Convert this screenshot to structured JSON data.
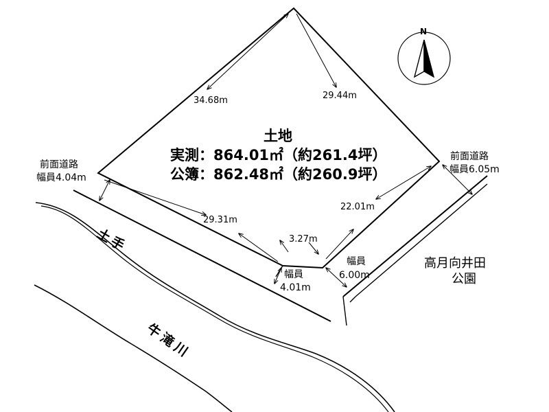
{
  "north": {
    "label": "N"
  },
  "land": {
    "title": "土地",
    "measured": "実測：864.01㎡（約261.4坪）",
    "registered": "公簿：862.48㎡（約260.9坪）"
  },
  "dimensions": {
    "d1": "34.68m",
    "d2": "29.44m",
    "d3": "29.31m",
    "d4": "3.27m",
    "d5": "22.01m"
  },
  "roads": {
    "left": [
      "前面道路",
      "幅員4.04m"
    ],
    "right": [
      "前面道路",
      "幅員6.05m"
    ],
    "bottom": [
      "幅員",
      "4.01m"
    ],
    "middle": [
      "幅員",
      "6.00m"
    ]
  },
  "places": {
    "dote": "土手",
    "river": "牛滝川",
    "park": [
      "高月向井田",
      "公園"
    ]
  },
  "colors": {
    "line": "#000000",
    "background": "#ffffff"
  }
}
